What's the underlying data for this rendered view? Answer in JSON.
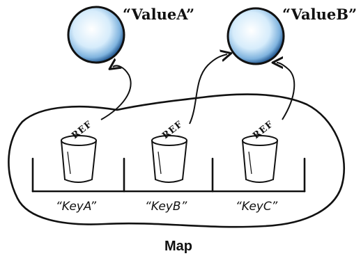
{
  "values": [
    {
      "label": "“ValueA”"
    },
    {
      "label": "“ValueB”"
    }
  ],
  "keys": [
    {
      "label": "“KeyA”",
      "ref_label": "REF"
    },
    {
      "label": "“KeyB”",
      "ref_label": "REF"
    },
    {
      "label": "“KeyC”",
      "ref_label": "REF"
    }
  ],
  "caption": "Map",
  "colors": {
    "ink": "#111111",
    "sphere_light": "#ffffff",
    "sphere_mid": "#b9dcf5",
    "sphere_dark": "#2a5f97"
  }
}
